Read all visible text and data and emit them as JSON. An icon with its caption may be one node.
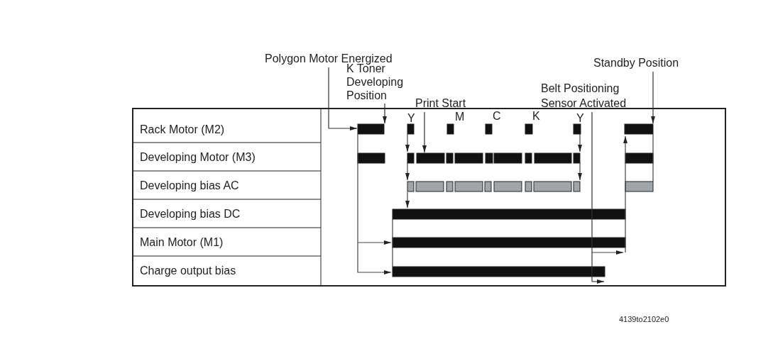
{
  "diagram": {
    "nodes": [
      {
        "text": [
          "Polygon Motor Energized"
        ]
      },
      {
        "text": [
          "K Toner Developing Position"
        ]
      },
      {
        "text": [
          "Print Start"
        ]
      },
      {
        "text": [
          "Belt Positioning Sensor Activated"
        ]
      },
      {
        "text": [
          "Standby Position"
        ]
      }
    ],
    "edges": [
      {
        "from": 0,
        "to": null,
        "arrow": "to"
      },
      {
        "from": 1,
        "to": null,
        "arrow": "to"
      },
      {
        "from": 2,
        "to": null,
        "arrow": "to"
      },
      {
        "from": 3,
        "to": null,
        "arrow": "none"
      },
      {
        "from": 4,
        "to": null,
        "arrow": "to"
      }
    ],
    "labels": [
      "Y",
      "M",
      "C",
      "K",
      "Y",
      "Rack Motor (M2)",
      "Developing Motor (M3)",
      "Developing bias AC",
      "Developing bias DC",
      "Main Motor (M1)",
      "Charge output bias",
      "4139to2102e0"
    ]
  }
}
